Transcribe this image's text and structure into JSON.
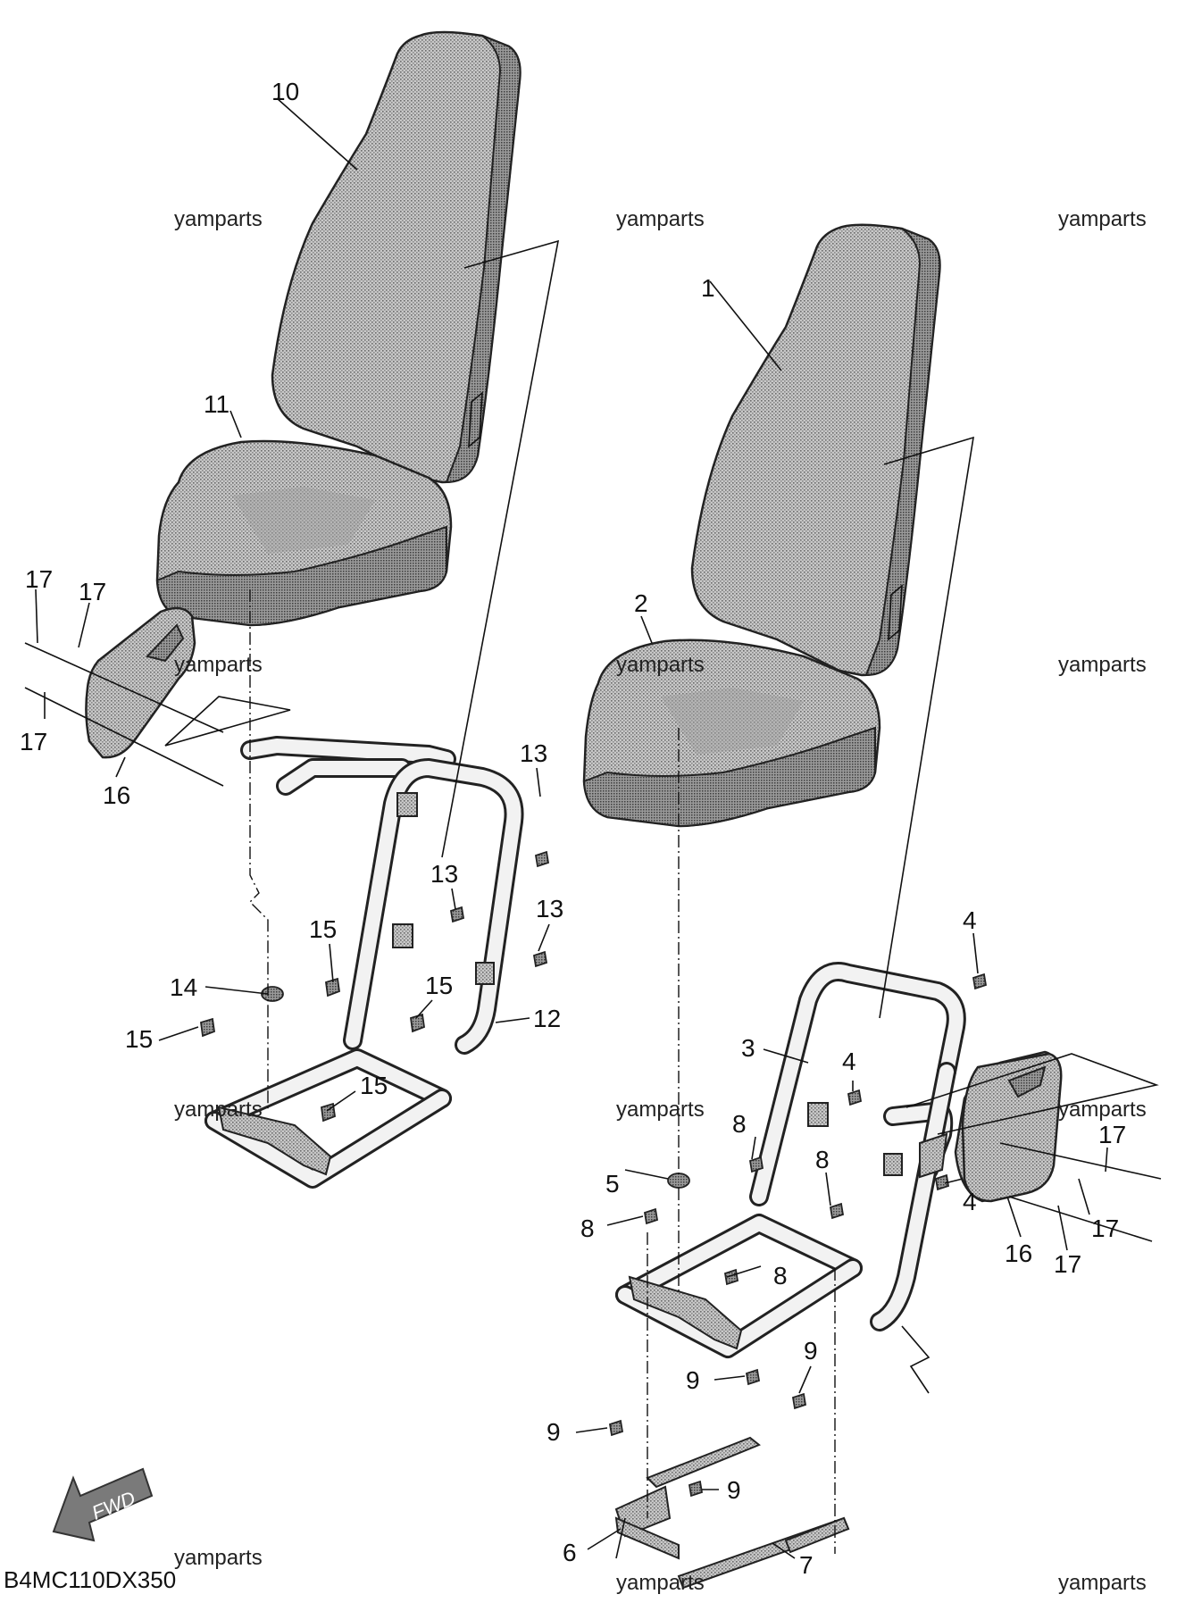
{
  "watermark": "yamparts",
  "diagram_code": "B4MC110DX350",
  "fwd_label": "FWD",
  "callouts": {
    "c1": "1",
    "c2": "2",
    "c3": "3",
    "c4": "4",
    "c5": "5",
    "c6": "6",
    "c7": "7",
    "c8": "8",
    "c9": "9",
    "c10": "10",
    "c11": "11",
    "c12": "12",
    "c13": "13",
    "c14": "14",
    "c15": "15",
    "c16": "16",
    "c17": "17"
  }
}
